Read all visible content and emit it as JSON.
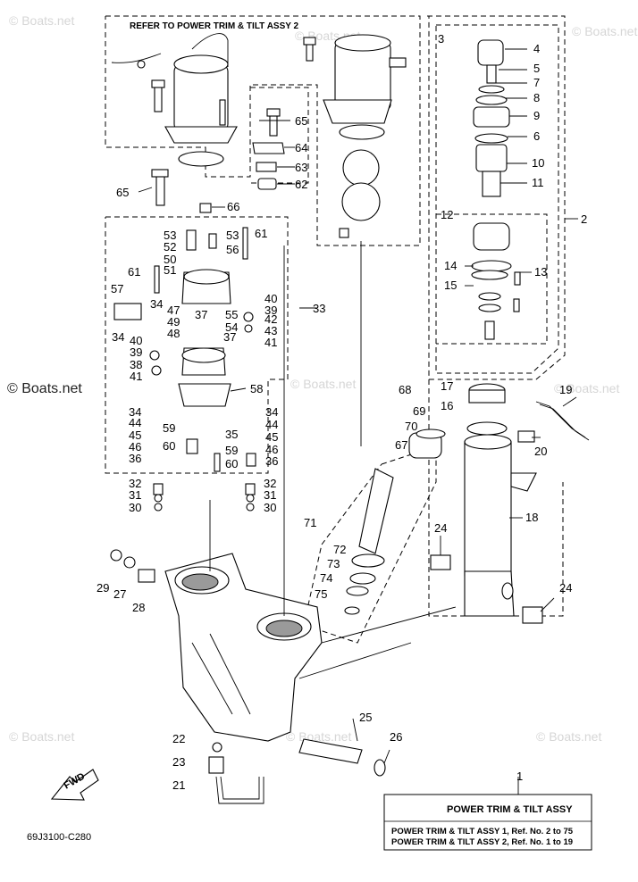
{
  "refer_note": "REFER TO POWER TRIM & TILT ASSY 2",
  "watermarks": [
    "© Boats.net",
    "© Boats.net",
    "© Boats.net",
    "© Boats.net",
    "© Boats.net",
    "© Boats.net",
    "© Boats.net",
    "© Boats.net"
  ],
  "watermark_main": "© Boats.net",
  "diagram_code": "69J3100-C280",
  "fwd_label": "FWD",
  "info_box": {
    "title": "POWER TRIM & TILT ASSY",
    "line1": "POWER TRIM & TILT ASSY 1,  Ref. No. 2 to 75",
    "line2": "POWER TRIM & TILT ASSY 2,  Ref. No. 1 to 19"
  },
  "callouts": {
    "c1": "1",
    "c2": "2",
    "c3": "3",
    "c4": "4",
    "c5": "5",
    "c6": "6",
    "c7": "7",
    "c8": "8",
    "c9": "9",
    "c10": "10",
    "c11": "11",
    "c12": "12",
    "c13": "13",
    "c14": "14",
    "c15": "15",
    "c16": "16",
    "c17": "17",
    "c18": "18",
    "c19": "19",
    "c20": "20",
    "c21": "21",
    "c22": "22",
    "c23": "23",
    "c24a": "24",
    "c24b": "24",
    "c25": "25",
    "c26": "26",
    "c27": "27",
    "c28": "28",
    "c29": "29",
    "c30a": "30",
    "c30b": "30",
    "c31a": "31",
    "c31b": "31",
    "c32a": "32",
    "c32b": "32",
    "c33": "33",
    "c34a": "34",
    "c34b": "34",
    "c34c": "34",
    "c34d": "34",
    "c35": "35",
    "c36a": "36",
    "c36b": "36",
    "c37a": "37",
    "c37b": "37",
    "c38": "38",
    "c39a": "39",
    "c39b": "39",
    "c40a": "40",
    "c40b": "40",
    "c41a": "41",
    "c41b": "41",
    "c42": "42",
    "c43": "43",
    "c44a": "44",
    "c44b": "44",
    "c45a": "45",
    "c45b": "45",
    "c46a": "46",
    "c46b": "46",
    "c47": "47",
    "c48": "48",
    "c49": "49",
    "c50": "50",
    "c51": "51",
    "c52": "52",
    "c53a": "53",
    "c53b": "53",
    "c54": "54",
    "c55": "55",
    "c56": "56",
    "c57": "57",
    "c58": "58",
    "c59a": "59",
    "c59b": "59",
    "c60a": "60",
    "c60b": "60",
    "c61a": "61",
    "c61b": "61",
    "c62": "62",
    "c63": "63",
    "c64": "64",
    "c65a": "65",
    "c65b": "65",
    "c66": "66",
    "c67": "67",
    "c68": "68",
    "c69": "69",
    "c70": "70",
    "c71": "71",
    "c72": "72",
    "c73": "73",
    "c74": "74",
    "c75": "75"
  }
}
